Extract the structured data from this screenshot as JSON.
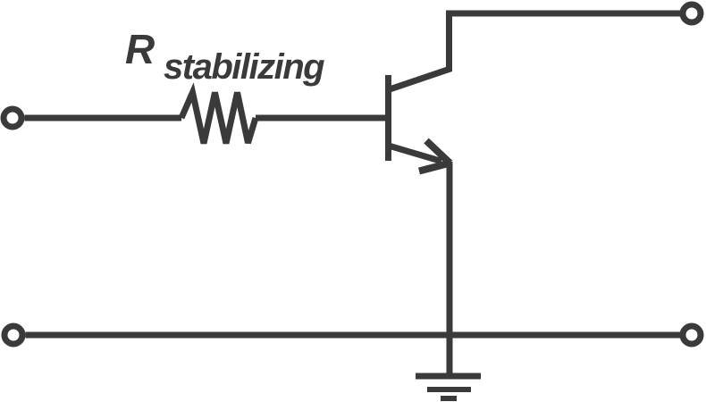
{
  "colors": {
    "ink": "#3a3a3a",
    "background": "#ffffff"
  },
  "diagram": {
    "type": "circuit-schematic",
    "description": "NPN bipolar transistor in common-emitter configuration with a stabilizing resistor in series with the base; emitter tied to the grounded bottom rail; input terminal at left, output terminal at top right, common rail terminals bottom left and bottom right",
    "resistor_label": {
      "symbol": "R",
      "subscript": "stabilizing"
    },
    "components": [
      "input-terminal",
      "stabilizing-resistor",
      "npn-transistor",
      "ground",
      "output-terminal",
      "bottom-rail"
    ]
  }
}
